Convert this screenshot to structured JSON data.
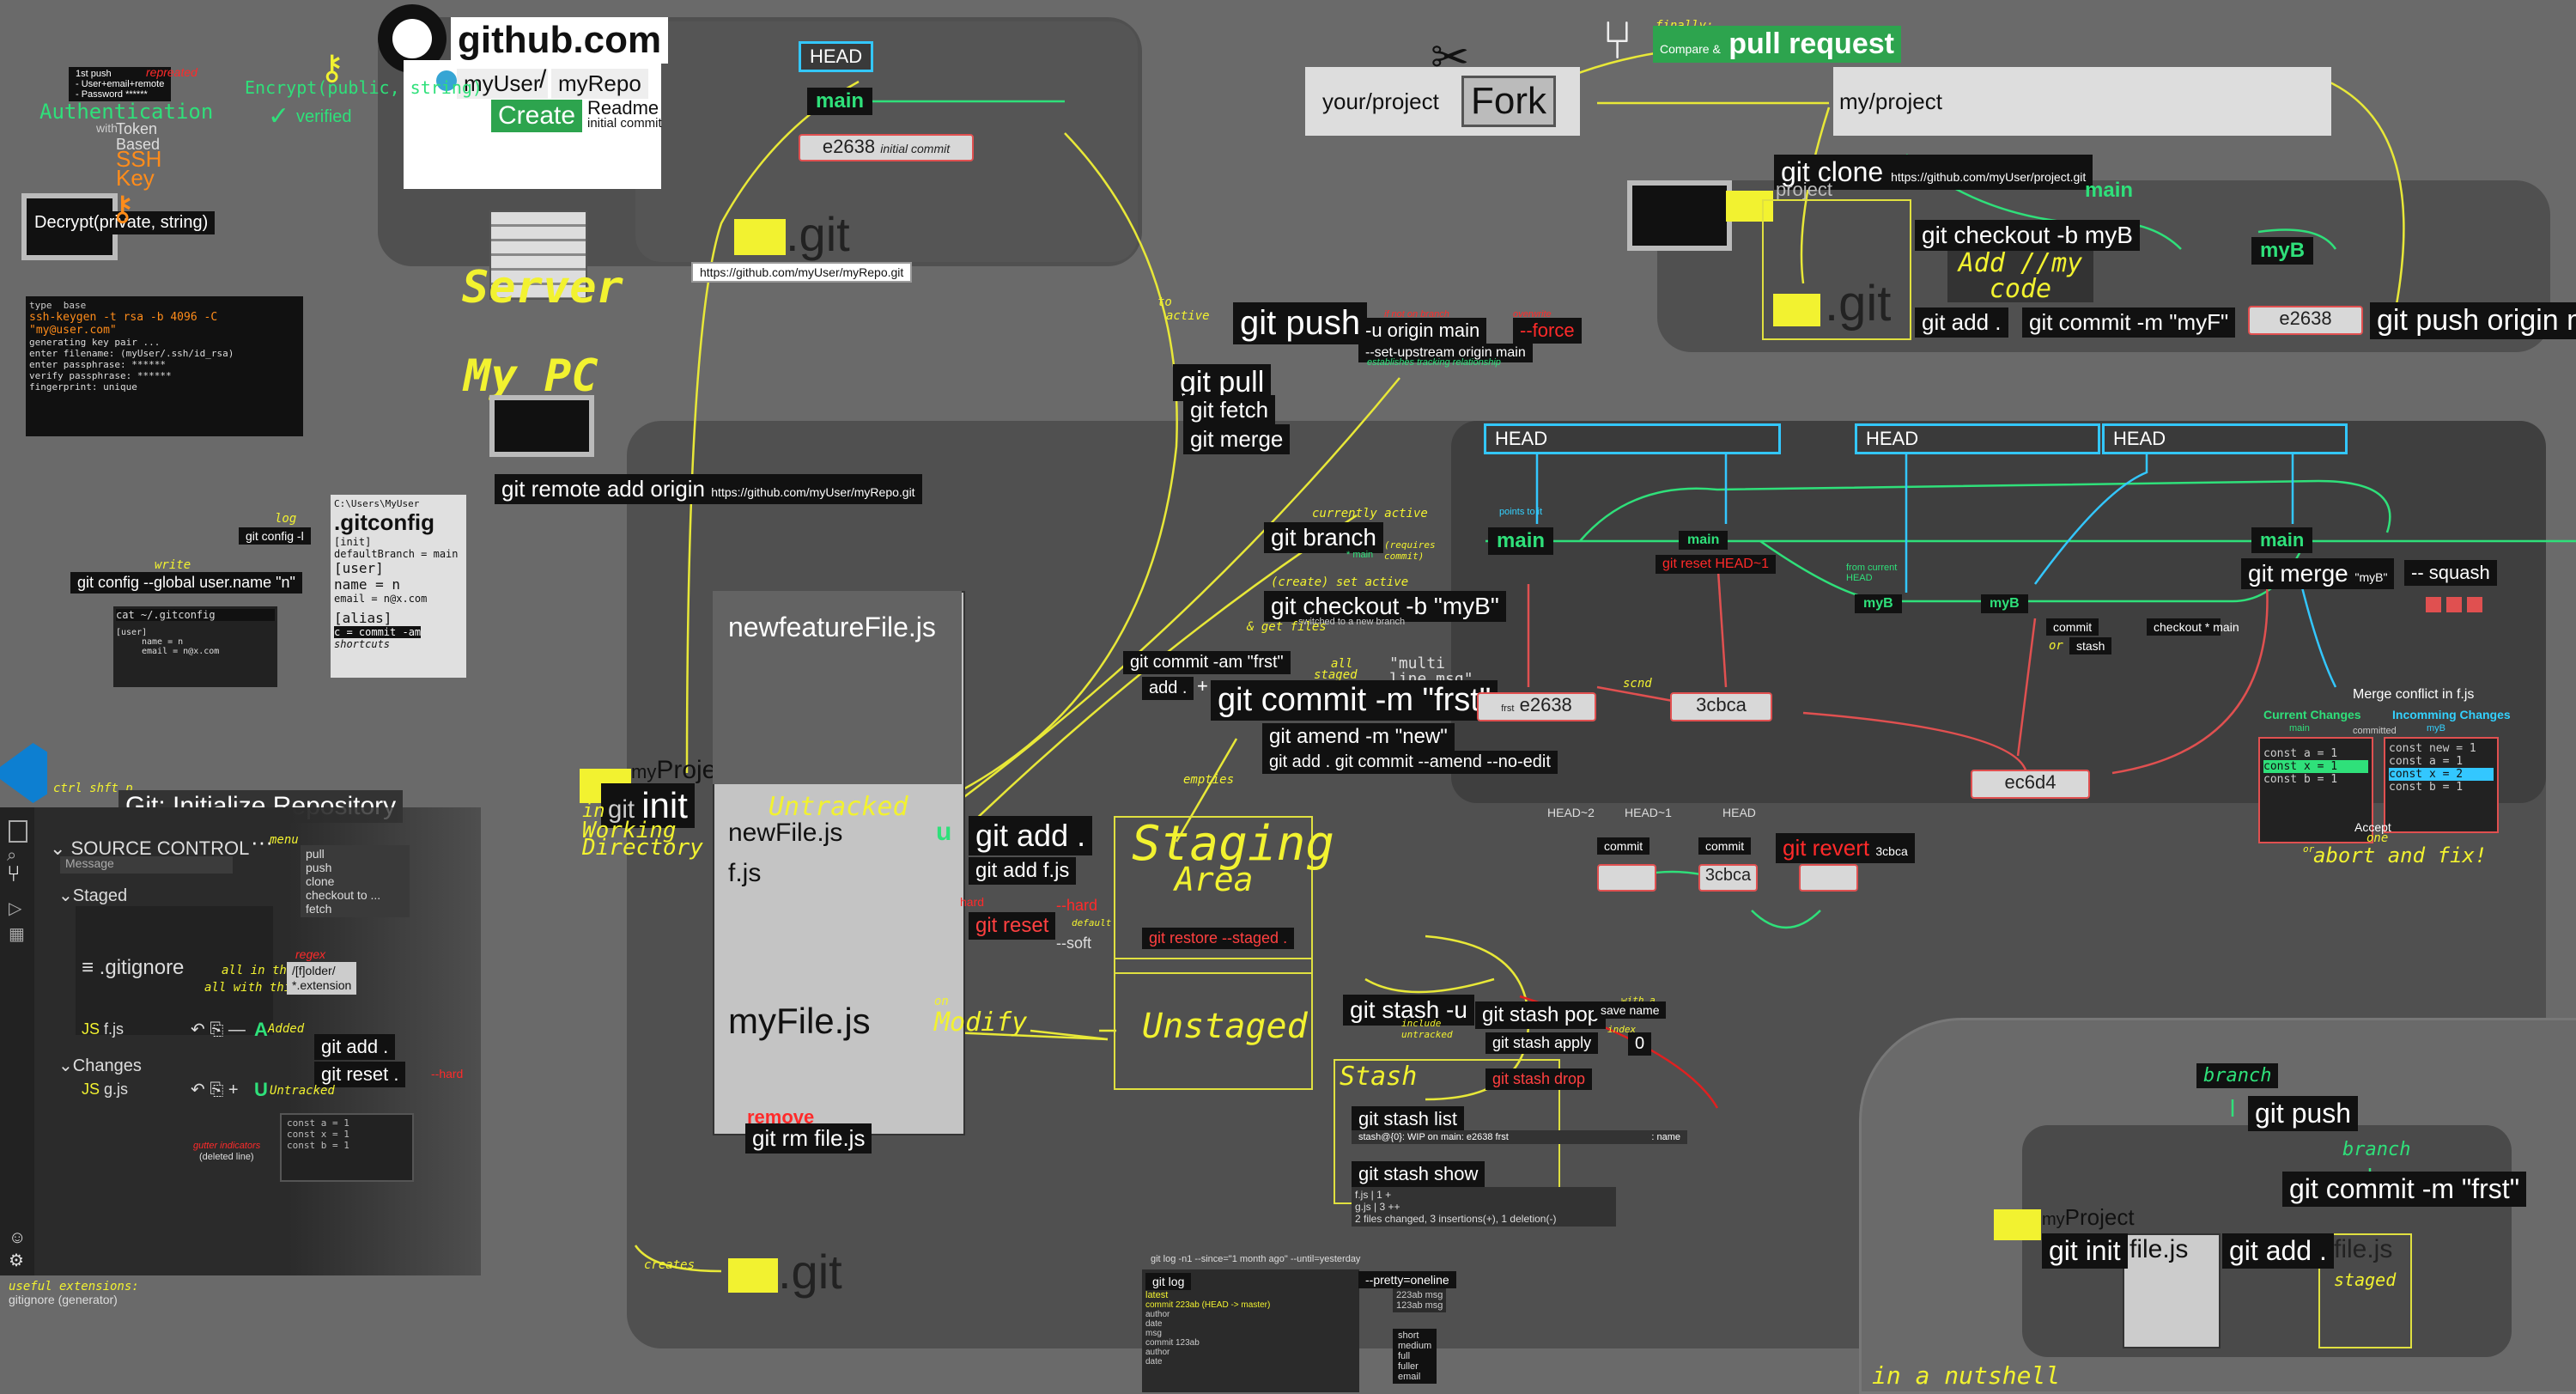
{
  "colors": {
    "background": "#6a6a6a",
    "panel": "#505050",
    "accent_yellow": "#f2f230",
    "green": "#2fe07a",
    "red": "#ff2a2a",
    "cyan": "#33d1ff"
  },
  "server": {
    "site": "github.com",
    "user": "myUser",
    "slash": "/",
    "repo": "myRepo",
    "create": "Create",
    "readme": "Readme",
    "initial_commit": "initial commit",
    "label": "Server",
    "head": "HEAD",
    "main": "main",
    "commit": "e2638",
    "commit_note": "initial commit",
    "git_dir": ".git",
    "url": "https://github.com/myUser/myRepo.git"
  },
  "auth": {
    "box_lines": [
      "1st push",
      "- User+email+remote",
      "- Password ******"
    ],
    "repeated": "repreated",
    "authentication": "Authentication",
    "with": "with",
    "token": "Token",
    "based": "Based",
    "ssh": "SSH",
    "key": "Key",
    "encrypt": "Encrypt(public, string)",
    "verified": "verified",
    "decrypt": "Decrypt(private, string)"
  },
  "keygen": {
    "cmd_type": "type",
    "cmd_base": "base",
    "cmd": "ssh-keygen -t rsa -b 4096 -C \"my@user.com\"",
    "lines": [
      "generating key pair ...",
      "enter filename:          (myUser/.ssh/id_rsa)",
      "enter passphrase:          ******",
      "verify passphrase:         ******",
      "",
      "fingerprint: unique"
    ]
  },
  "mypc": {
    "label": "My PC",
    "remote_cmd": "git remote add origin",
    "remote_url": "https://github.com/myUser/myRepo.git"
  },
  "config": {
    "log": "log",
    "cmd_small": "git config -l",
    "path": "C:\\Users\\MyUser",
    "file": ".gitconfig",
    "write": "write",
    "cmd": "git config --global user.name \"n\"",
    "cat": "cat ~/.gitconfig",
    "cat_lines": [
      "[user]",
      "name = n",
      "email = n@x.com"
    ],
    "init_section": "[init]",
    "init_line": "defaultBranch = main",
    "user_section": "[user]",
    "user_name": "name = n",
    "user_email": "email = n@x.com",
    "alias_section": "[alias]",
    "alias_line": "c = commit -am",
    "shortcuts": "shortcuts"
  },
  "vscode": {
    "shortcut": "ctrl shft p",
    "initialize": "Git: Initialize Repository",
    "source_control": "SOURCE CONTROL",
    "menu": "menu",
    "menu_items": [
      "pull",
      "push",
      "clone",
      "checkout to ...",
      "fetch"
    ],
    "message": "Message",
    "staged": "Staged",
    "changes": "Changes",
    "gitignore": ".gitignore",
    "regex": "regex",
    "all_in_this": "all in this",
    "all_with_this": "all with this",
    "folder": "/[f]older/",
    "extension": "*.extension",
    "file_f": "f.js",
    "file_g": "g.js",
    "added": "Added",
    "untracked": "Untracked",
    "git_add": "git add .",
    "git_reset": "git reset .",
    "hard": "--hard",
    "gutter": "gutter indicators",
    "deleted": "(deleted line)",
    "code": [
      "const a = 1",
      "const x = 1",
      "const b = 1"
    ],
    "useful": "useful extensions:",
    "gitignore_ext": "gitignore (generator)"
  },
  "workdir": {
    "my": "my",
    "project": "Project",
    "init": "init",
    "in": "in",
    "working": "Working",
    "directory": "Directory",
    "newfeature": "newfeatureFile.js",
    "untracked": "Untracked",
    "newfile": "newFile.js",
    "fjs": "f.js",
    "myfile": "myFile.js",
    "on": "on",
    "modify": "Modify",
    "remove": "remove",
    "rm": "git rm file.js",
    "creates": "creates",
    "gitdir": ".git"
  },
  "staging": {
    "title": "Staging",
    "area": "Area",
    "unstaged": "Unstaged",
    "stash": "Stash",
    "empties": "empties",
    "u": "u",
    "git_add": "git add .",
    "git_add_f": "git add f.js",
    "reset": "git reset",
    "hard": "--hard",
    "soft": "--soft",
    "default": "default",
    "restore": "git restore --staged .",
    "commit_am": "git commit -am \"frst\"",
    "add_dot": "add .",
    "plus": "+",
    "commit": "git commit -m \"frst\"",
    "all": "all",
    "staged": "staged",
    "multi": "\"multi\nline msg\"",
    "amend": "git amend -m \"new\"",
    "amend2": "git add .  git commit --amend --no-edit"
  },
  "remote_ops": {
    "to": "to",
    "active": "active",
    "push": "git push",
    "push_u": "-u origin main",
    "if_not": "if not on branch",
    "overwrite": "overwrite",
    "force": "--force",
    "set_upstream": "--set-upstream origin main",
    "establish": "establishes tracking relationship",
    "pull": "git pull",
    "fetch": "git fetch",
    "merge": "git merge"
  },
  "branching": {
    "currently": "currently active",
    "branch": "git branch",
    "main_star": "* main",
    "requires": "(requires commit)",
    "create": "(create) set active",
    "checkout": "git checkout -b \"myB\"",
    "switched": "switched to a new branch",
    "get_files": "& get files",
    "heads": [
      "HEAD",
      "HEAD",
      "HEAD"
    ],
    "points": "points to it",
    "main": "main",
    "myb": "myB",
    "reset": "git reset HEAD~1",
    "from_current": "from current HEAD",
    "commit": "commit",
    "or": "or",
    "stash_word": "stash",
    "checkout_main": "checkout * main",
    "merge": "git merge",
    "merge_arg": "\"myB\"",
    "squash": "-- squash",
    "first": "frst",
    "e2638": "e2638",
    "scnd": "scnd",
    "c3cba": "3cbca",
    "ec6d4": "ec6d4",
    "merge_conflict": "Merge conflict in f.js",
    "current": "Current Changes",
    "incoming": "Incomming Changes",
    "cur_main": "main",
    "inc_myb": "myB",
    "committed": "committed",
    "left_code": [
      "const a = 1",
      "const x = 1",
      "const b = 1"
    ],
    "right_code": [
      "const new = 1",
      "const a = 1",
      "const x = 2",
      "const b = 1"
    ],
    "accept": "Accept",
    "one": "one",
    "abort": "abort and fix!",
    "or2": "or"
  },
  "revert": {
    "head2": "HEAD~2",
    "head1": "HEAD~1",
    "head": "HEAD",
    "commit": "commit",
    "c3cba": "3cbca",
    "cmd": "git revert",
    "arg": "3cbca"
  },
  "stash": {
    "stash_u": "git stash -u",
    "include": "include untracked",
    "pop": "git stash pop",
    "with_a": "with a",
    "save_name": "save name",
    "apply": "git stash apply",
    "index": "index",
    "zero": "0",
    "drop": "git stash drop",
    "list": "git stash list",
    "list_line": "stash@{0}: WIP on main: e2638 frst",
    "list_name": ": name",
    "show": "git stash show",
    "show_lines": [
      "f.js  | 1 +",
      "g.js  | 3 ++",
      "2 files changed, 3 insertions(+), 1 deletion(-)"
    ]
  },
  "log": {
    "header": "git log -n1 --since=\"1 month ago\" --until=yesterday",
    "cmd": "git log",
    "latest": "latest",
    "entries": [
      "commit 223ab (HEAD -> master)",
      "author",
      "date",
      "msg",
      "",
      "commit 123ab",
      "author",
      "date",
      "msg"
    ],
    "pretty": "--pretty=oneline",
    "oneline": [
      "223ab msg",
      "123ab msg"
    ],
    "formats": [
      "short",
      "medium",
      "full",
      "fuller",
      "email"
    ]
  },
  "fork": {
    "finally": "finally:",
    "compare": "Compare &",
    "pull_request": "pull request",
    "your": "your/project",
    "fork": "Fork",
    "my": "my/project",
    "clone": "git clone",
    "clone_url": "https://github.com/myUser/project.git",
    "project": "project",
    "main": "main",
    "checkout": "git checkout -b myB",
    "add_code": "Add //my code",
    "myb": "myB",
    "add": "git add .",
    "commit": "git commit -m \"myF\"",
    "e2638": "e2638",
    "push": "git push origin myB",
    "git": ".git"
  },
  "nutshell": {
    "branch": "branch",
    "push": "git push",
    "branch2": "branch",
    "commit": "git commit -m \"frst\"",
    "my": "my",
    "project": "Project",
    "init": "git init",
    "file": "file.js",
    "add": "git add .",
    "file2": "file.js",
    "staged": "staged",
    "caption": "in a nutshell"
  }
}
